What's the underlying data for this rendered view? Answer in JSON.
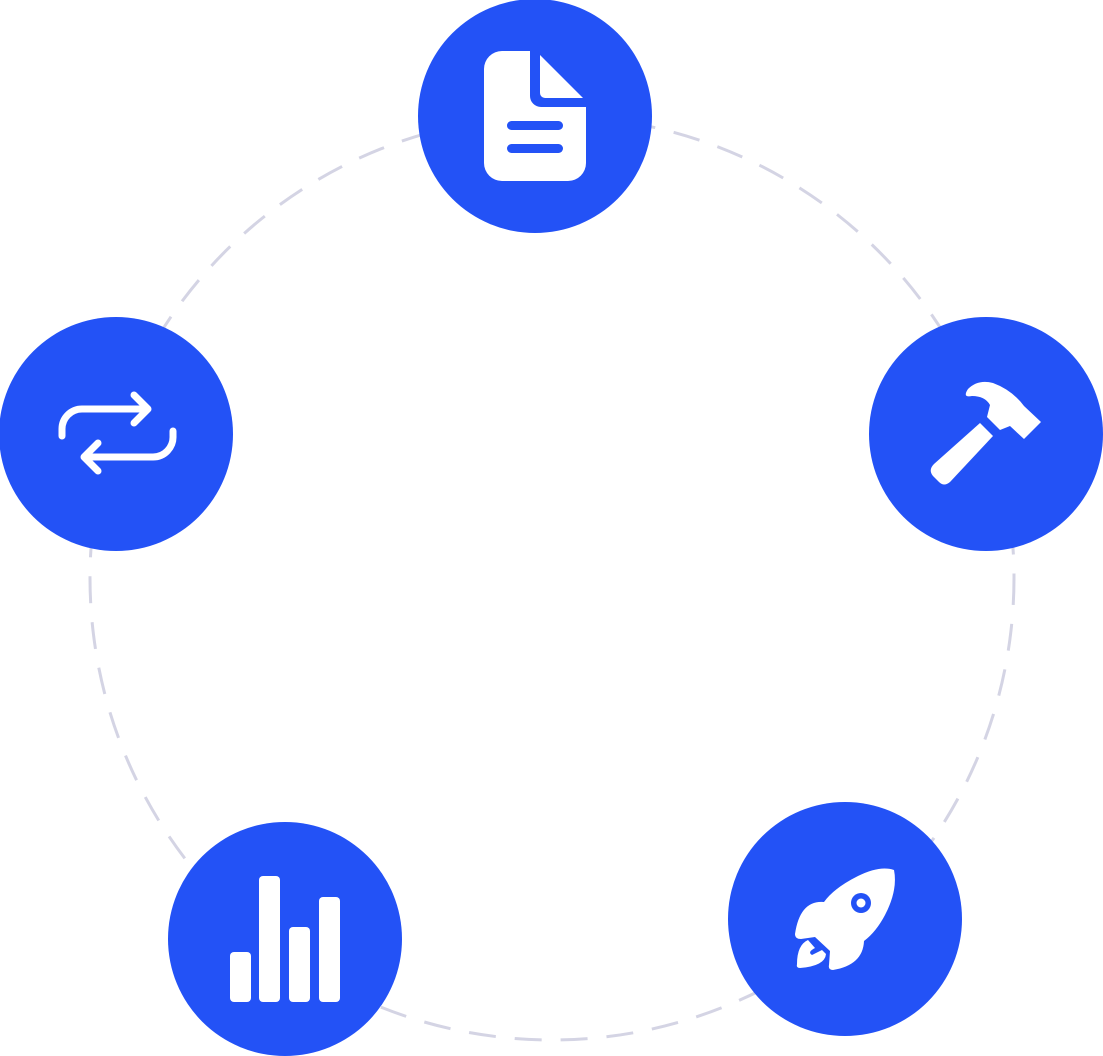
{
  "diagram": {
    "type": "cycle",
    "colors": {
      "node_fill": "#2352F6",
      "icon_fill": "#ffffff",
      "ring_stroke": "#D4D4E4"
    },
    "nodes": [
      {
        "id": "document",
        "icon": "document-icon"
      },
      {
        "id": "build",
        "icon": "hammer-icon"
      },
      {
        "id": "launch",
        "icon": "rocket-icon"
      },
      {
        "id": "analytics",
        "icon": "bar-chart-icon"
      },
      {
        "id": "iterate",
        "icon": "swap-arrows-icon"
      }
    ]
  }
}
